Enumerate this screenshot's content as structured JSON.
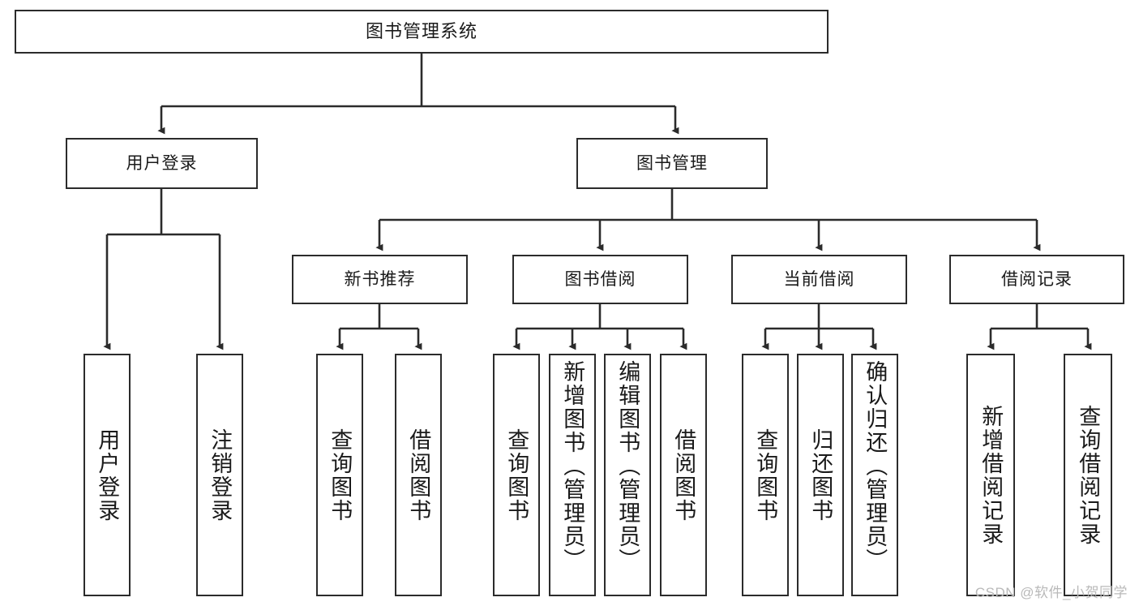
{
  "diagram": {
    "title": "图书管理系统",
    "type": "tree-hierarchy-chart",
    "root": {
      "id": "root",
      "label": "图书管理系统"
    },
    "level2": [
      {
        "id": "login",
        "label": "用户登录"
      },
      {
        "id": "bookmgmt",
        "label": "图书管理"
      }
    ],
    "level3": [
      {
        "id": "newbook",
        "label": "新书推荐"
      },
      {
        "id": "borrow",
        "label": "图书借阅"
      },
      {
        "id": "current",
        "label": "当前借阅"
      },
      {
        "id": "record",
        "label": "借阅记录"
      }
    ],
    "leaves": {
      "login": [
        {
          "id": "leaf-user-login",
          "label": "用户登录"
        },
        {
          "id": "leaf-logout",
          "label": "注销登录"
        }
      ],
      "newbook": [
        {
          "id": "leaf-query-book-1",
          "label": "查询图书"
        },
        {
          "id": "leaf-borrow-book-1",
          "label": "借阅图书"
        }
      ],
      "borrow": [
        {
          "id": "leaf-query-book-2",
          "label": "查询图书"
        },
        {
          "id": "leaf-add-book",
          "label": "新增图书（管理员）"
        },
        {
          "id": "leaf-edit-book",
          "label": "编辑图书（管理员）"
        },
        {
          "id": "leaf-borrow-book-2",
          "label": "借阅图书"
        }
      ],
      "current": [
        {
          "id": "leaf-query-book-3",
          "label": "查询图书"
        },
        {
          "id": "leaf-return-book",
          "label": "归还图书"
        },
        {
          "id": "leaf-confirm-return",
          "label": "确认归还（管理员）"
        }
      ],
      "record": [
        {
          "id": "leaf-add-record",
          "label": "新增借阅记录"
        },
        {
          "id": "leaf-query-record",
          "label": "查询借阅记录"
        }
      ]
    }
  },
  "watermark": {
    "text": "CSDN @软件_小贺同学"
  },
  "colors": {
    "stroke": "#2b2b2b",
    "background": "#ffffff",
    "text": "#1a1a1a",
    "watermark": "#b9b9b9"
  }
}
